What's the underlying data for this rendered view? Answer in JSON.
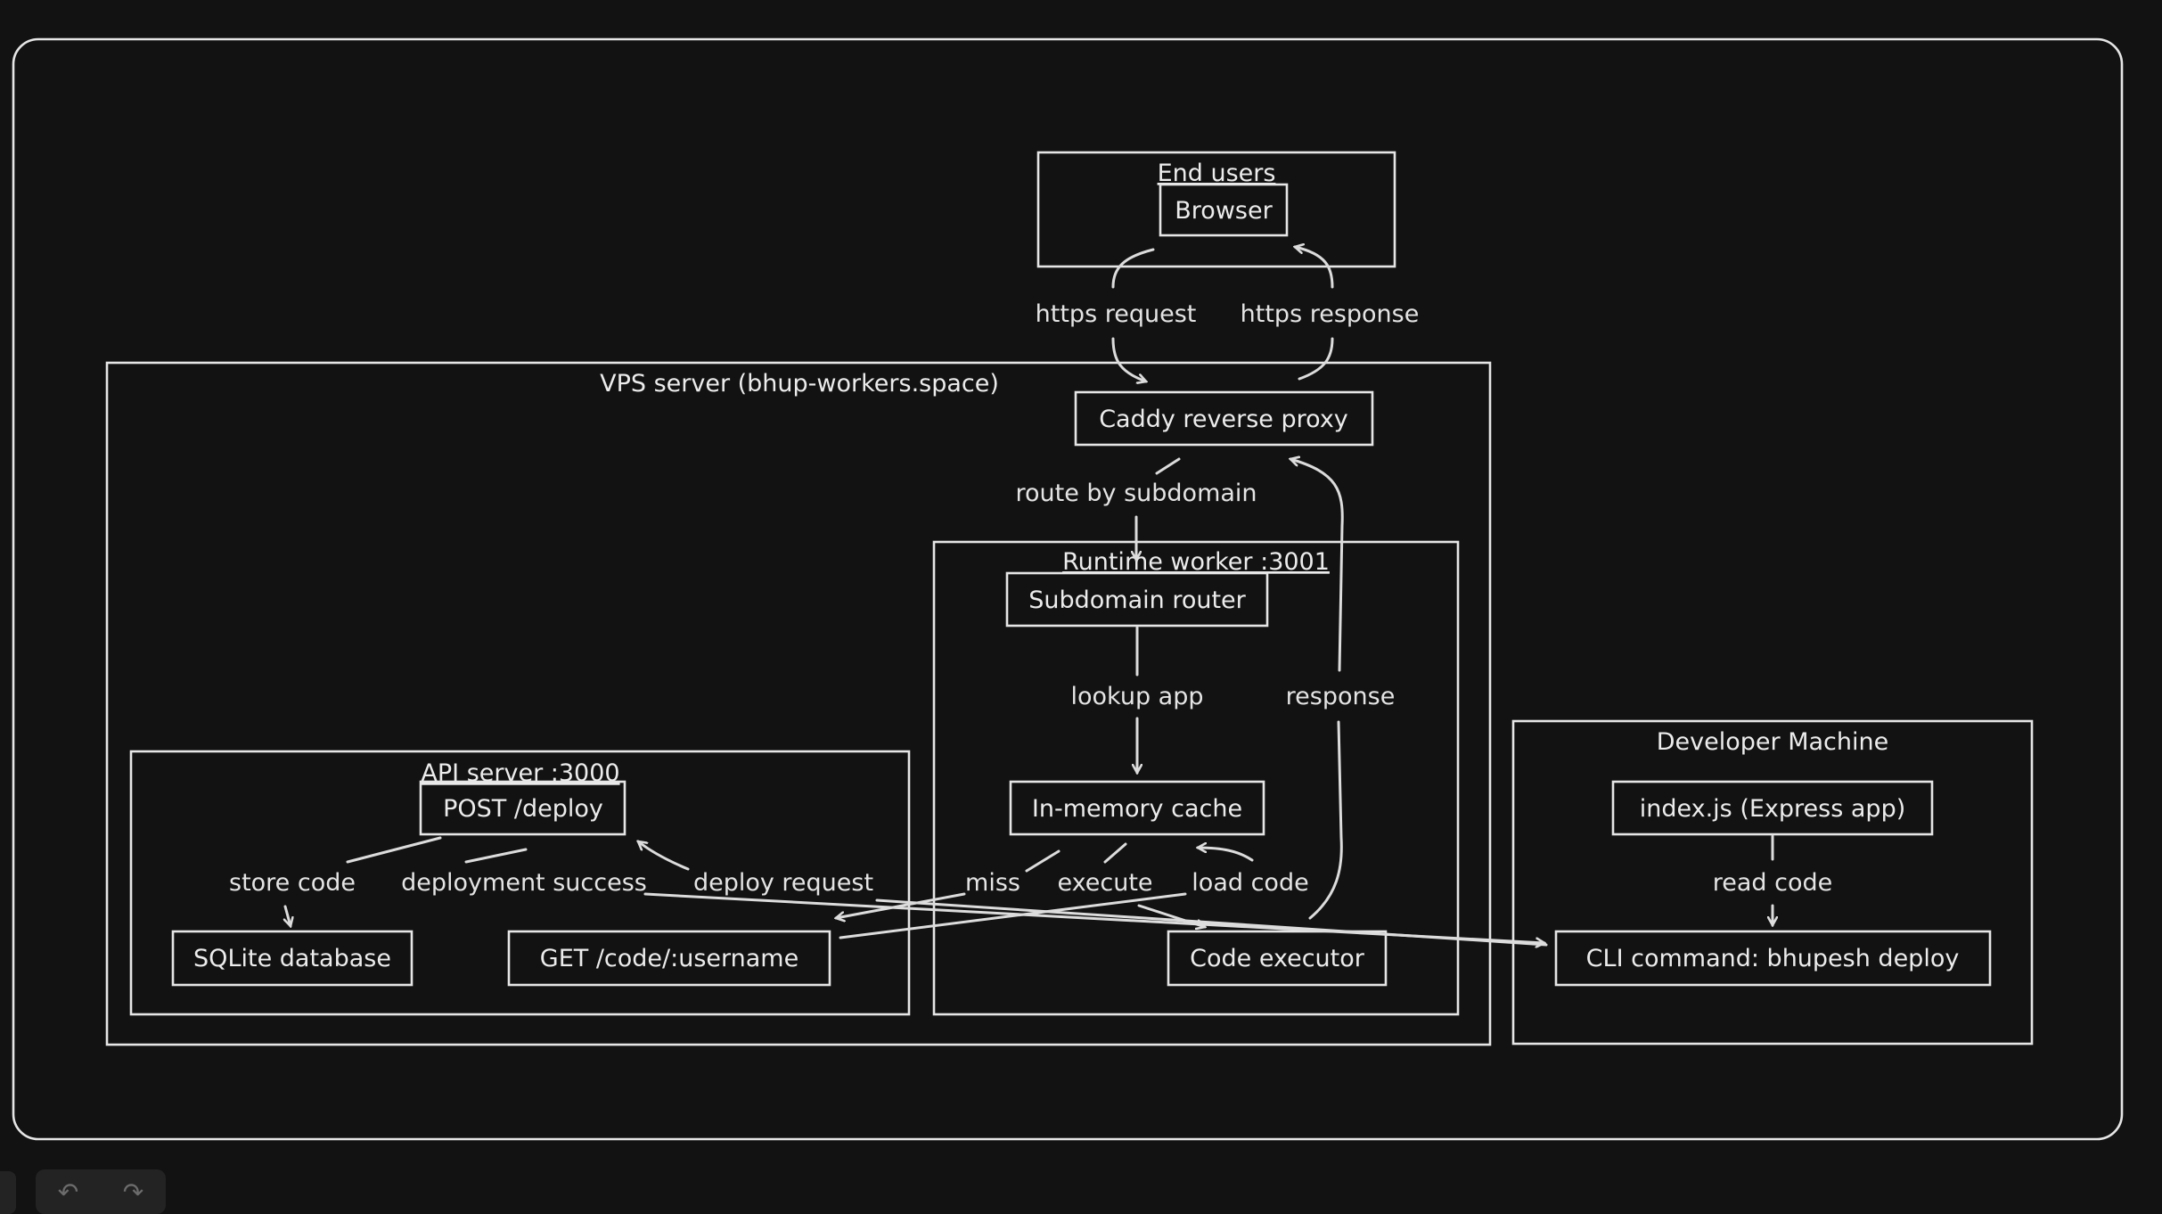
{
  "diagram": {
    "groups": {
      "end_users": "End users",
      "vps": "VPS server (bhup-workers.space)",
      "runtime": "Runtime worker :3001",
      "api": "API server :3000",
      "dev": "Developer Machine"
    },
    "nodes": {
      "browser": "Browser",
      "caddy": "Caddy reverse proxy",
      "router": "Subdomain router",
      "cache": "In-memory cache",
      "executor": "Code executor",
      "post_deploy": "POST /deploy",
      "sqlite": "SQLite database",
      "get_code": "GET /code/:username",
      "indexjs": "index.js (Express app)",
      "cli": "CLI command: bhupesh deploy"
    },
    "edges": {
      "https_request": "https request",
      "https_response": "https response",
      "route": "route by subdomain",
      "lookup": "lookup app",
      "response": "response",
      "miss": "miss",
      "execute": "execute",
      "load_code": "load code",
      "store_code": "store code",
      "deploy_success": "deployment success",
      "deploy_request": "deploy request",
      "read_code": "read code"
    }
  },
  "toolbar": {
    "undo_icon": "↶",
    "redo_icon": "↷"
  },
  "colors": {
    "background": "#121212",
    "stroke": "#e6e6e6"
  }
}
